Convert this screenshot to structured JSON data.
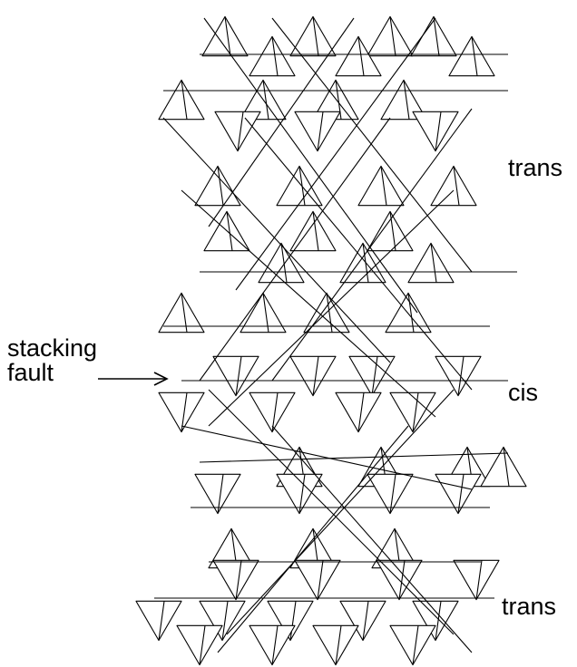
{
  "labels": {
    "trans_top": "trans",
    "cis": "cis",
    "trans_bottom": "trans",
    "stacking": "stacking",
    "fault": "fault"
  },
  "colors": {
    "line": "#000000",
    "background": "#ffffff"
  }
}
